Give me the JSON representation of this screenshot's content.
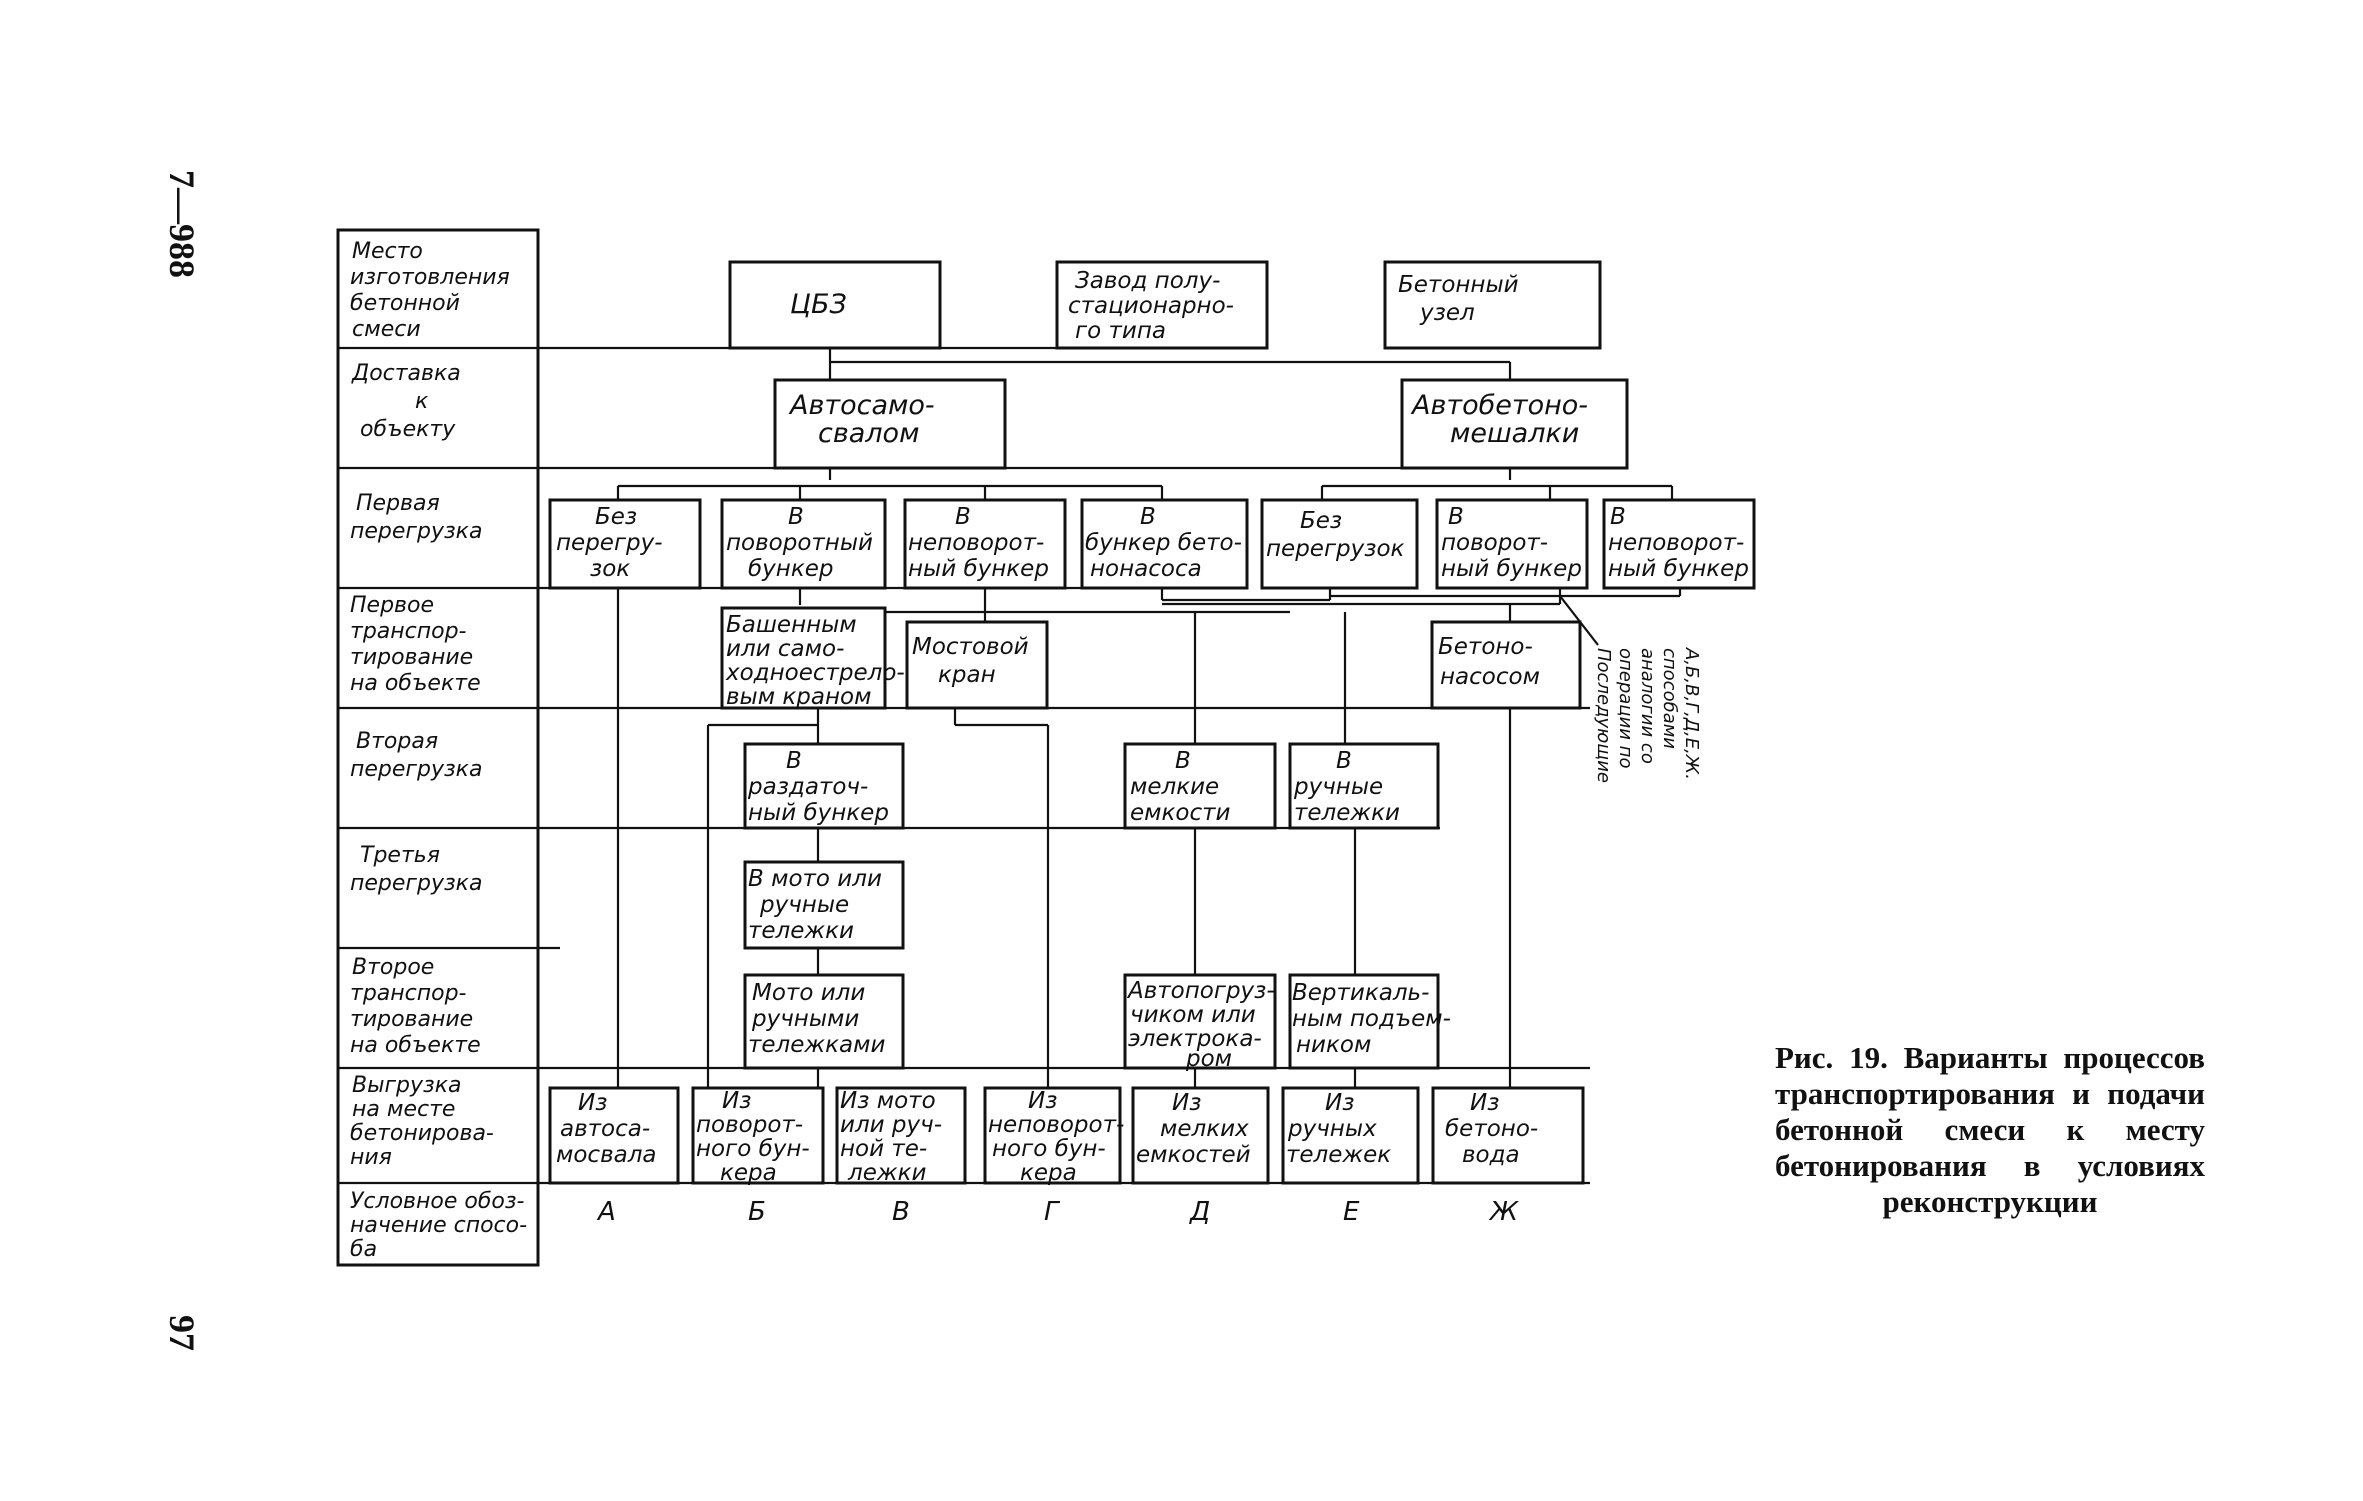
{
  "page": {
    "side_number_top": "7—988",
    "side_number_bottom": "97"
  },
  "caption": "Рис. 19. Варианты процессов транспортирования и подачи бетонной смеси к месту бетонирования в условиях реконструкции",
  "rows": [
    {
      "id": "r0",
      "label": [
        "Место",
        "изготовления",
        "бетонной",
        "смеси"
      ]
    },
    {
      "id": "r1",
      "label": [
        "Доставка",
        "к",
        "объекту"
      ]
    },
    {
      "id": "r2",
      "label": [
        "Первая",
        "перегрузка"
      ]
    },
    {
      "id": "r3",
      "label": [
        "Первое",
        "транспор-",
        "тирование",
        "на объекте"
      ]
    },
    {
      "id": "r4",
      "label": [
        "Вторая",
        "перегрузка"
      ]
    },
    {
      "id": "r5",
      "label": [
        "Третья",
        "перегрузка"
      ]
    },
    {
      "id": "r6",
      "label": [
        "Второе",
        "транспор-",
        "тирование",
        "на объекте"
      ]
    },
    {
      "id": "r7",
      "label": [
        "Выгрузка",
        "на месте",
        "бетонирова-",
        "ния"
      ]
    },
    {
      "id": "r8",
      "label": [
        "Условное обоз-",
        "начение спосо-",
        "ба"
      ]
    }
  ],
  "boxes": [
    {
      "id": "cbz",
      "lines": [
        "ЦБЗ"
      ]
    },
    {
      "id": "zavod",
      "lines": [
        "Завод полу-",
        "стационарно-",
        "го типа"
      ]
    },
    {
      "id": "uzel",
      "lines": [
        "Бетонный",
        "узел"
      ]
    },
    {
      "id": "avtosam",
      "lines": [
        "Автосамо-",
        "свалом"
      ]
    },
    {
      "id": "avtobet",
      "lines": [
        "Автобетоно-",
        "мешалки"
      ]
    },
    {
      "id": "p1",
      "lines": [
        "Без",
        "перегру-",
        "зок"
      ]
    },
    {
      "id": "p2",
      "lines": [
        "В",
        "поворотный",
        "бункер"
      ]
    },
    {
      "id": "p3",
      "lines": [
        "В",
        "неповорот-",
        "ный бункер"
      ]
    },
    {
      "id": "p4",
      "lines": [
        "В",
        "бункер бето-",
        "нонасоса"
      ]
    },
    {
      "id": "p5",
      "lines": [
        "Без",
        "перегрузок"
      ]
    },
    {
      "id": "p6",
      "lines": [
        "В",
        "поворот-",
        "ный бункер"
      ]
    },
    {
      "id": "p7",
      "lines": [
        "В",
        "неповорот-",
        "ный бункер"
      ]
    },
    {
      "id": "t1",
      "lines": [
        "Башенным",
        "или само-",
        "ходноестрело-",
        "вым краном"
      ]
    },
    {
      "id": "t2",
      "lines": [
        "Мостовой",
        "кран"
      ]
    },
    {
      "id": "t3",
      "lines": [
        "Бетоно-",
        "насосом"
      ]
    },
    {
      "id": "s1",
      "lines": [
        "В",
        "раздаточ-",
        "ный бункер"
      ]
    },
    {
      "id": "s2",
      "lines": [
        "В",
        "мелкие",
        "емкости"
      ]
    },
    {
      "id": "s3",
      "lines": [
        "В",
        "ручные",
        "тележки"
      ]
    },
    {
      "id": "th1",
      "lines": [
        "В мото или",
        "ручные",
        "тележки"
      ]
    },
    {
      "id": "st1",
      "lines": [
        "Мото или",
        "ручными",
        "тележками"
      ]
    },
    {
      "id": "st2",
      "lines": [
        "Автопогруз-",
        "чиком или",
        "электрока-",
        "ром"
      ]
    },
    {
      "id": "st3",
      "lines": [
        "Вертикаль-",
        "ным подъем-",
        "ником"
      ]
    },
    {
      "id": "u1",
      "lines": [
        "Из",
        "автоса-",
        "мосвала"
      ]
    },
    {
      "id": "u2",
      "lines": [
        "Из",
        "поворот-",
        "ного бун-",
        "кера"
      ]
    },
    {
      "id": "u3",
      "lines": [
        "Из мото",
        "или руч-",
        "ной те-",
        "лежки"
      ]
    },
    {
      "id": "u4",
      "lines": [
        "Из",
        "неповорот-",
        "ного бун-",
        "кера"
      ]
    },
    {
      "id": "u5",
      "lines": [
        "Из",
        "мелких",
        "емкостей"
      ]
    },
    {
      "id": "u6",
      "lines": [
        "Из",
        "ручных",
        "тележек"
      ]
    },
    {
      "id": "u7",
      "lines": [
        "Из",
        "бетоно-",
        "вода"
      ]
    }
  ],
  "codes": [
    "А",
    "Б",
    "В",
    "Г",
    "Д",
    "Е",
    "Ж"
  ],
  "side_note": [
    "Последующие",
    "операции по",
    "аналогии со",
    "способами",
    "А,Б,В,Г,Д,Е,Ж."
  ]
}
